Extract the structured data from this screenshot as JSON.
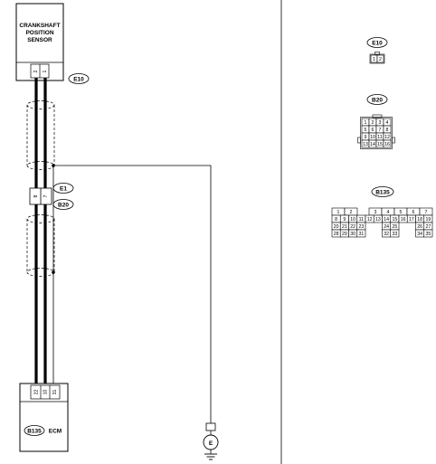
{
  "sensor": {
    "title_lines": [
      "CRANKSHAFT",
      "POSITION",
      "SENSOR"
    ],
    "pins": [
      "2",
      "1"
    ],
    "connector": "E10"
  },
  "joint": {
    "pins": [
      "8",
      "7"
    ],
    "connectors": [
      "E1",
      "B20"
    ]
  },
  "ecm": {
    "label": "ECM",
    "connector": "B135",
    "pins": [
      "22",
      "10",
      "31"
    ]
  },
  "ground": {
    "symbol": "E"
  },
  "connector_views": {
    "e10": {
      "name": "E10",
      "pins": [
        "1",
        "2"
      ]
    },
    "b20": {
      "name": "B20",
      "rows": [
        [
          "1",
          "2",
          "3",
          "4"
        ],
        [
          "5",
          "6",
          "7",
          "8"
        ],
        [
          "9",
          "10",
          "11",
          "12"
        ],
        [
          "13",
          "14",
          "15",
          "16"
        ]
      ]
    },
    "b135": {
      "name": "B135",
      "rows": [
        [
          "1",
          "2",
          "",
          "",
          "3",
          "4",
          "5",
          "6",
          "7"
        ],
        [
          "8",
          "9",
          "10",
          "11",
          "12",
          "13",
          "14",
          "15",
          "16",
          "17",
          "18",
          "19"
        ],
        [
          "20",
          "21",
          "22",
          "23",
          "",
          "",
          "24",
          "25",
          "",
          "",
          "26",
          "27"
        ],
        [
          "28",
          "29",
          "30",
          "31",
          "",
          "",
          "32",
          "33",
          "",
          "",
          "34",
          "35"
        ]
      ]
    }
  }
}
